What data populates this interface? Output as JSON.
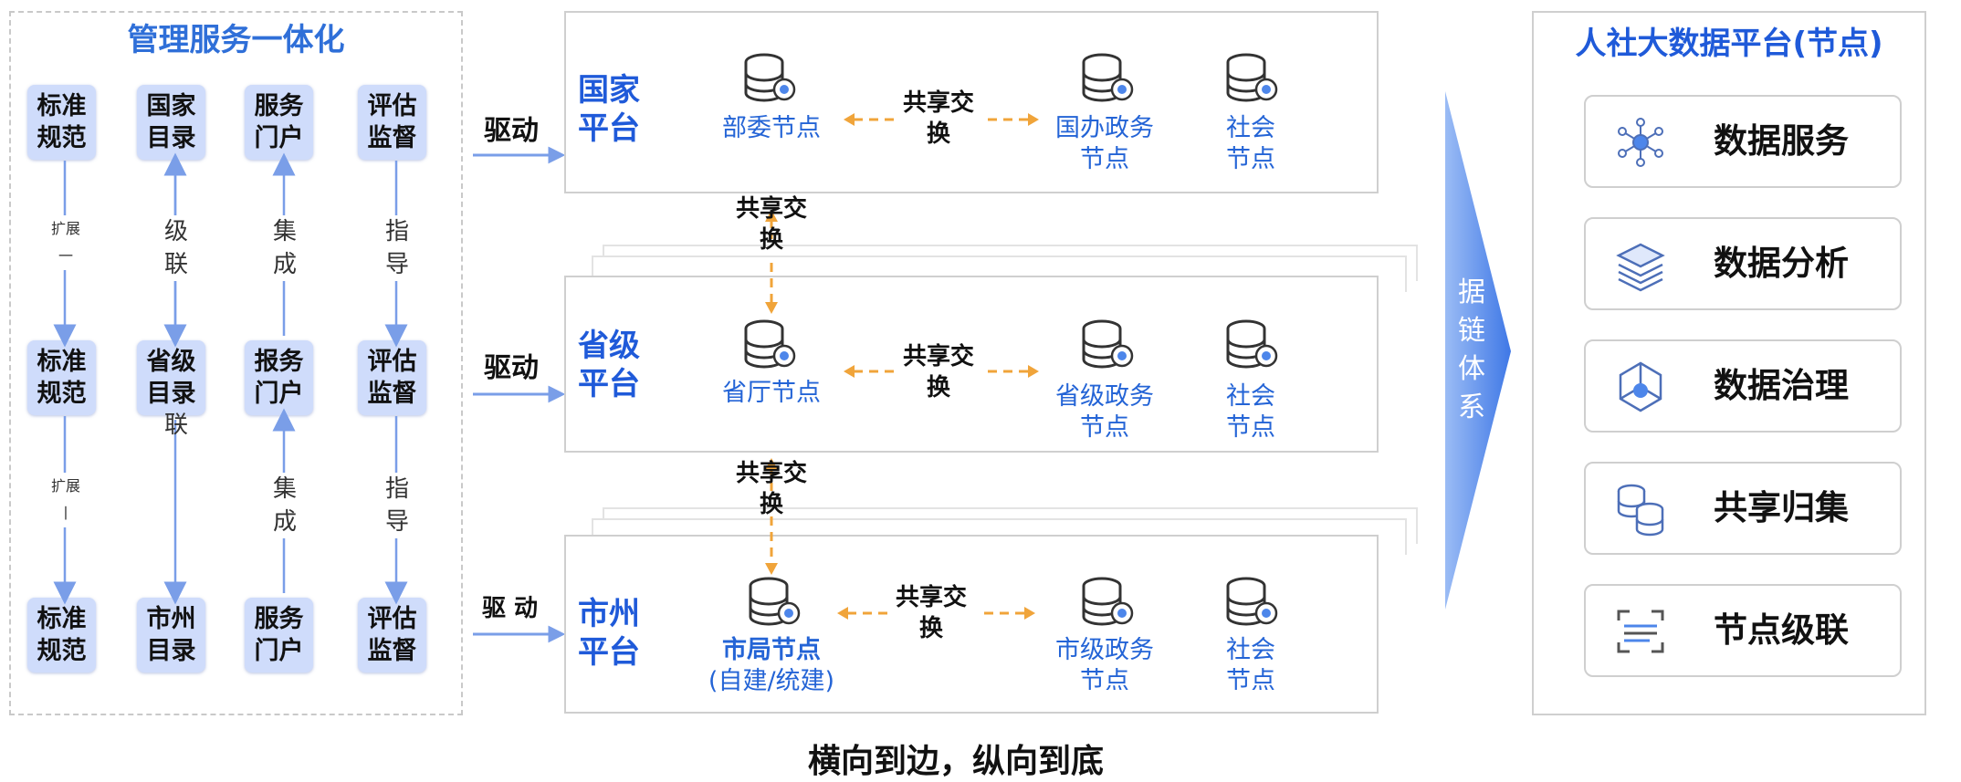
{
  "management": {
    "title": "管理服务一体化",
    "rows": [
      [
        "标准规范",
        "国家目录",
        "服务门户",
        "评估监督"
      ],
      [
        "标准规范",
        "省级目录",
        "报务门户",
        "评估监督"
      ],
      [
        "标准规范",
        "市州目录",
        "服务门户",
        "评估监督"
      ]
    ],
    "connectors": {
      "upper": [
        "扩展一",
        "级联",
        "集成",
        "指导"
      ],
      "lower": [
        "扩展丨",
        "联",
        "集成",
        "指导"
      ]
    },
    "drive_labels": [
      "驱动",
      "驱动",
      "驱 动"
    ]
  },
  "platforms": [
    {
      "title": "国家平台",
      "main_node": "部委节点",
      "exchange": "共享交换",
      "gov_node": "国办政务节点",
      "social_node": "社会节点"
    },
    {
      "title": "省级平台",
      "main_node": "省厅节点",
      "exchange": "共享交换",
      "gov_node": "省级政务节点",
      "social_node": "社会节点"
    },
    {
      "title": "市州平台",
      "main_node": "市局节点",
      "main_node_sub": "(自建/统建)",
      "exchange": "共享交换",
      "gov_node": "市级政务节点",
      "social_node": "社会节点"
    }
  ],
  "vertical_exchange": [
    "共享交换",
    "共享交换"
  ],
  "chain": "据链体系",
  "caption": "横向到边，纵向到底",
  "right_panel": {
    "title": "人社大数据平台(节点)",
    "services": [
      {
        "label": "数据服务",
        "icon": "network-icon"
      },
      {
        "label": "数据分析",
        "icon": "layers-icon"
      },
      {
        "label": "数据治理",
        "icon": "hexagon-icon"
      },
      {
        "label": "共享归集",
        "icon": "database-icon"
      },
      {
        "label": "节点级联",
        "icon": "scan-icon"
      }
    ]
  },
  "colors": {
    "accent": "#1f5ad9",
    "tile": "#cfdcfb",
    "arrow": "#f0a43a",
    "chain": "#4d86ea"
  }
}
